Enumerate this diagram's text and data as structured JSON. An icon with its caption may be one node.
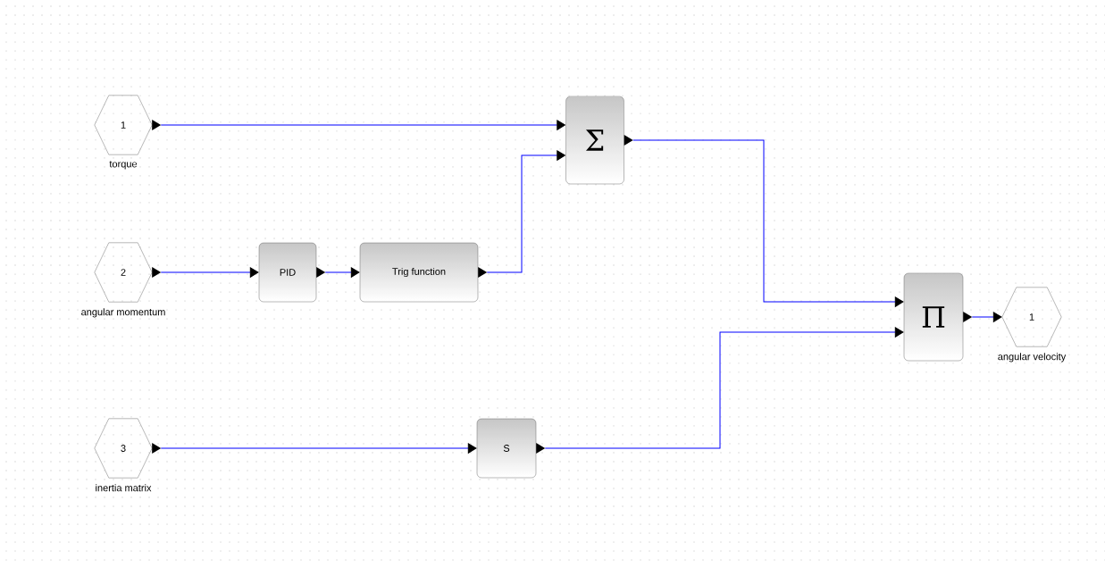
{
  "diagram": {
    "nodes": [
      {
        "text": [
          "1"
        ],
        "beside": [
          "torque"
        ]
      },
      {
        "text": [
          "2"
        ],
        "beside": [
          "angular momentum"
        ]
      },
      {
        "text": [
          "3"
        ],
        "beside": [
          "inertia matrix"
        ]
      },
      {
        "text": [
          "PID"
        ]
      },
      {
        "text": [
          "Trig function"
        ]
      },
      {
        "text": [
          "Σ"
        ]
      },
      {
        "text": [
          "S"
        ]
      },
      {
        "text": [
          "Π"
        ]
      },
      {
        "text": [
          "1"
        ],
        "beside": [
          "angular velocity"
        ]
      }
    ],
    "edges": [
      {
        "from": 0,
        "to": 5,
        "arrow": "to"
      },
      {
        "from": 1,
        "to": 3,
        "arrow": "to"
      },
      {
        "from": 3,
        "to": 4,
        "arrow": "to"
      },
      {
        "from": 4,
        "to": 5,
        "arrow": "to"
      },
      {
        "from": 5,
        "to": 7,
        "arrow": "to"
      },
      {
        "from": 2,
        "to": 6,
        "arrow": "to"
      },
      {
        "from": 6,
        "to": 7,
        "arrow": "to"
      },
      {
        "from": 7,
        "to": 8,
        "arrow": "to"
      }
    ]
  }
}
